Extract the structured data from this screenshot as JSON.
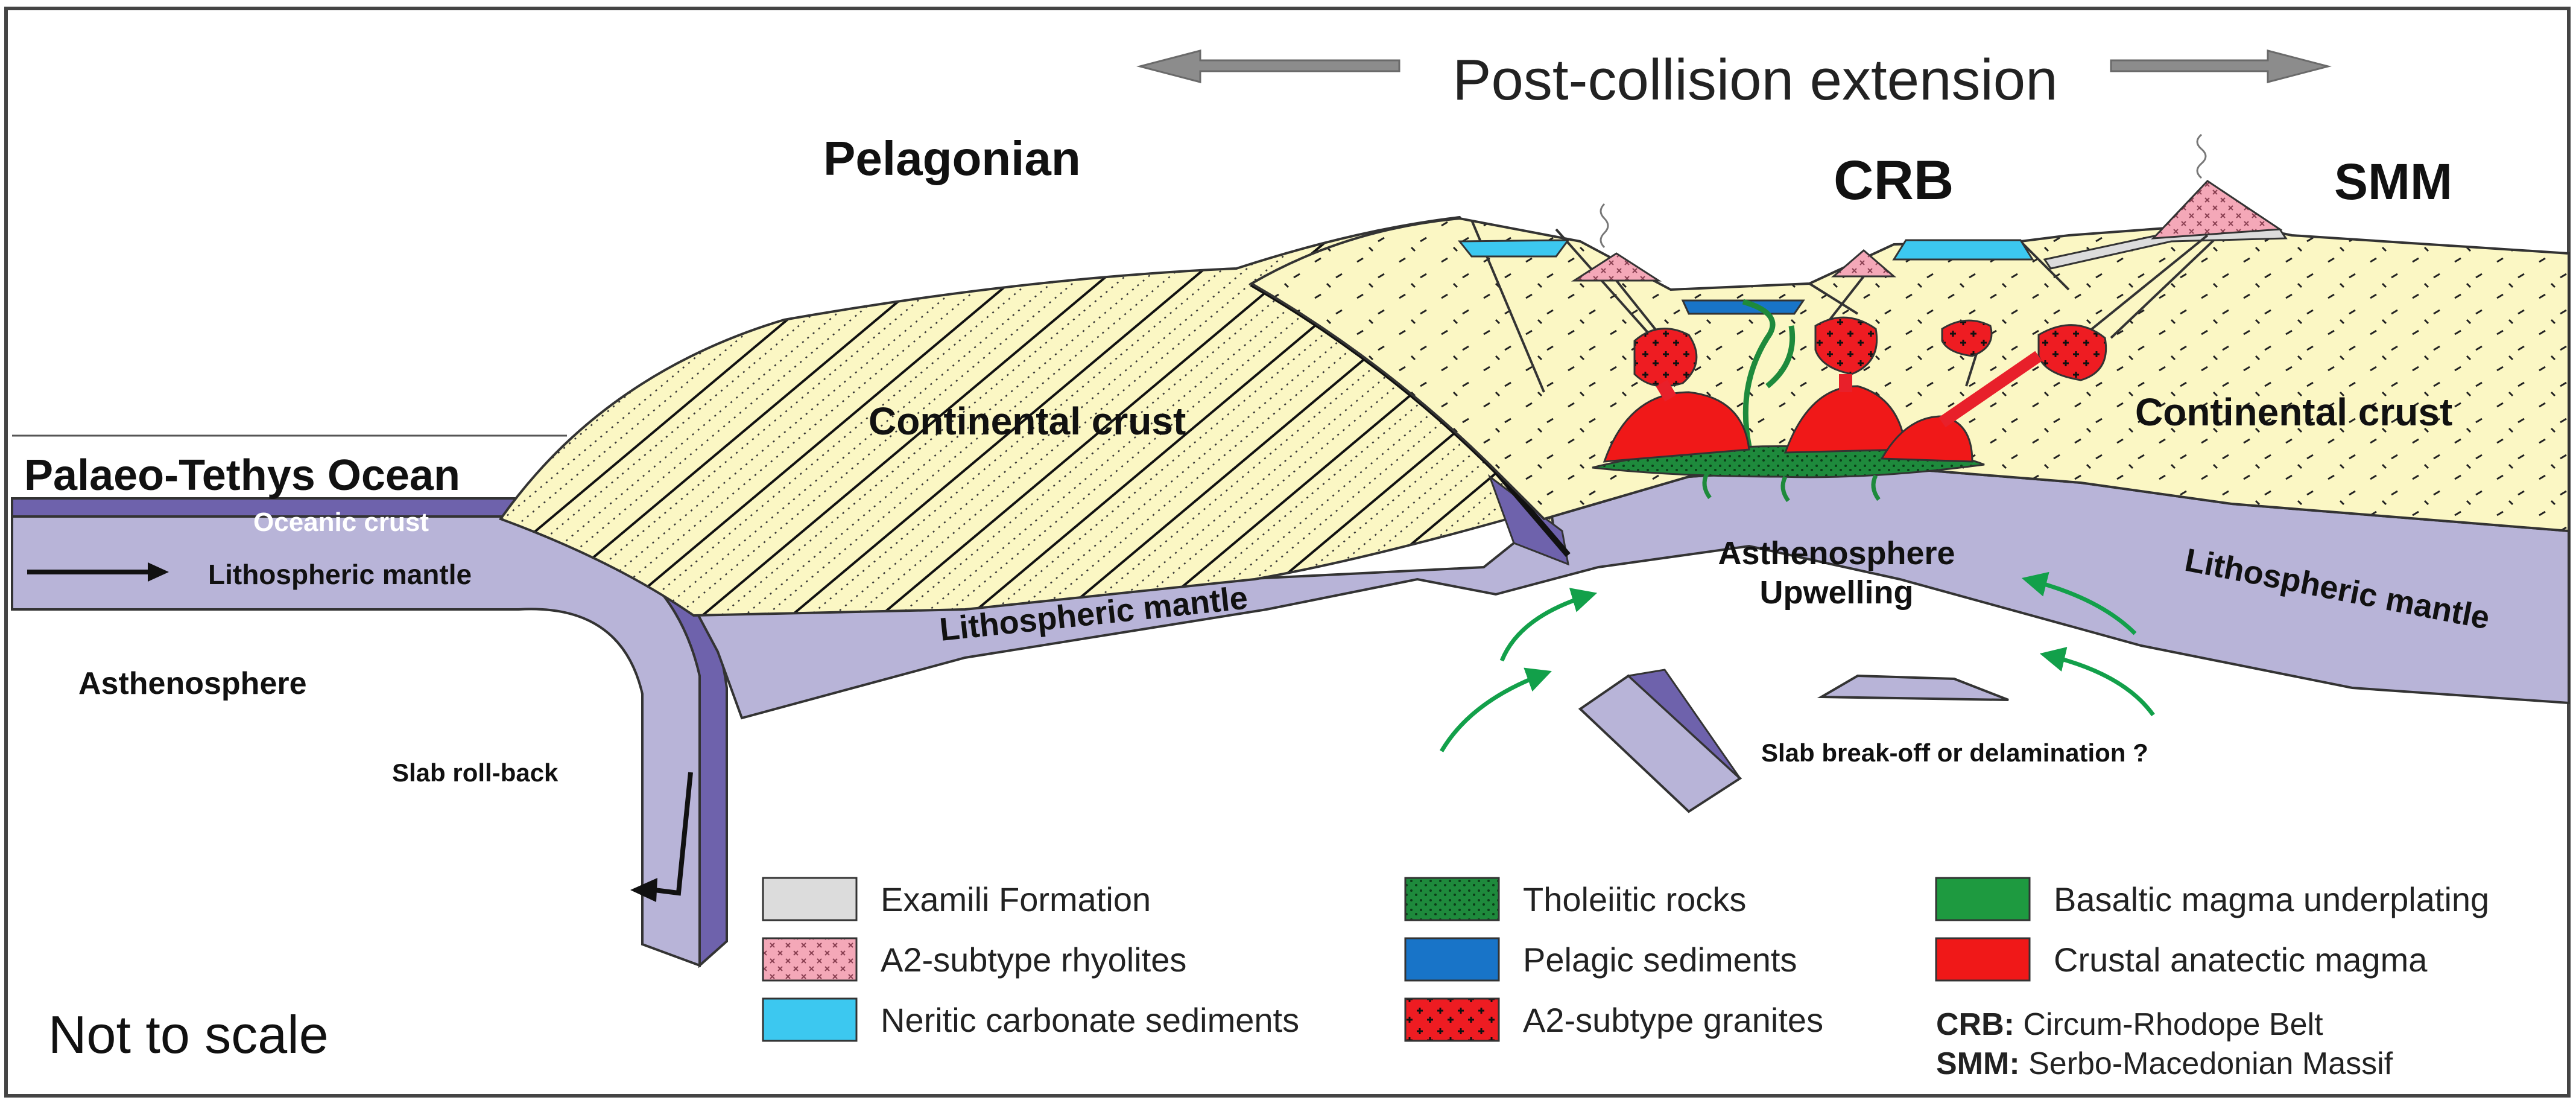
{
  "title": "Post-collision extension",
  "regions": {
    "pelagonian": "Pelagonian",
    "crb": "CRB",
    "smm": "SMM",
    "ocean": "Palaeo-Tethys Ocean"
  },
  "labels": {
    "oceanic_crust": "Oceanic crust",
    "lith_mantle_left": "Lithospheric mantle",
    "lith_mantle_mid": "Lithospheric mantle",
    "lith_mantle_right": "Lithospheric mantle",
    "asthenosphere": "Asthenosphere",
    "slab_rollback": "Slab roll-back",
    "continental_crust_left": "Continental crust",
    "continental_crust_right": "Continental crust",
    "upwelling_line1": "Asthenosphere",
    "upwelling_line2": "Upwelling",
    "breakoff": "Slab break-off or delamination ?",
    "not_to_scale": "Not to scale"
  },
  "legend": {
    "items": [
      {
        "label": "Examili Formation",
        "color": "#dcdcdc"
      },
      {
        "label": "A2-subtype rhyolites",
        "color": "#f4a8b8"
      },
      {
        "label": "Neritic carbonate sediments",
        "color": "#3cc8f0"
      },
      {
        "label": "Tholeiitic rocks",
        "color": "#1e8a3c"
      },
      {
        "label": "Pelagic sediments",
        "color": "#1874c8"
      },
      {
        "label": "A2-subtype granites",
        "color": "#e8202a"
      },
      {
        "label": "Basaltic magma underplating",
        "color": "#1e9a40"
      },
      {
        "label": "Crustal anatectic magma",
        "color": "#f01818"
      }
    ],
    "abbrev": [
      {
        "key": "CRB:",
        "value": " Circum-Rhodope Belt"
      },
      {
        "key": "SMM:",
        "value": " Serbo-Macedonian Massif"
      }
    ]
  },
  "colors": {
    "crust": "#fbf7c4",
    "mantle": "#b8b4d8",
    "oceanic_crust": "#6e62ac",
    "arrow_green": "#12a04a",
    "arrow_grey": "#8c8c8c"
  }
}
